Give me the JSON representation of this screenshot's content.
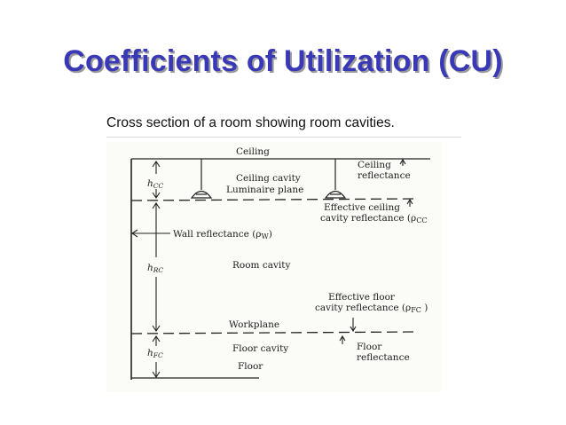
{
  "title": "Coefficients of Utilization (CU)",
  "subtitle": "Cross section of a room showing room cavities.",
  "diagram": {
    "ceiling": "Ceiling",
    "ceiling_cavity": "Ceiling cavity",
    "luminaire_plane": "Luminaire plane",
    "ceiling_reflectance_line1": "Ceiling",
    "ceiling_reflectance_line2": "reflectance",
    "effective_ceiling_line1": "Effective ceiling",
    "effective_ceiling_line2": "cavity reflectance (ρ",
    "effective_ceiling_sub": "CC",
    "wall_reflectance": "Wall reflectance (ρ",
    "wall_reflectance_sub": "W",
    "room_cavity": "Room cavity",
    "effective_floor_line1": "Effective floor",
    "effective_floor_line2": "cavity reflectance (ρ",
    "effective_floor_sub": "FC",
    "workplane": "Workplane",
    "floor_cavity": "Floor cavity",
    "floor_reflectance_line1": "Floor",
    "floor_reflectance_line2": "reflectance",
    "floor": "Floor",
    "h_cc": "h",
    "h_cc_sub": "CC",
    "h_rc": "h",
    "h_rc_sub": "RC",
    "h_fc": "h",
    "h_fc_sub": "FC"
  }
}
